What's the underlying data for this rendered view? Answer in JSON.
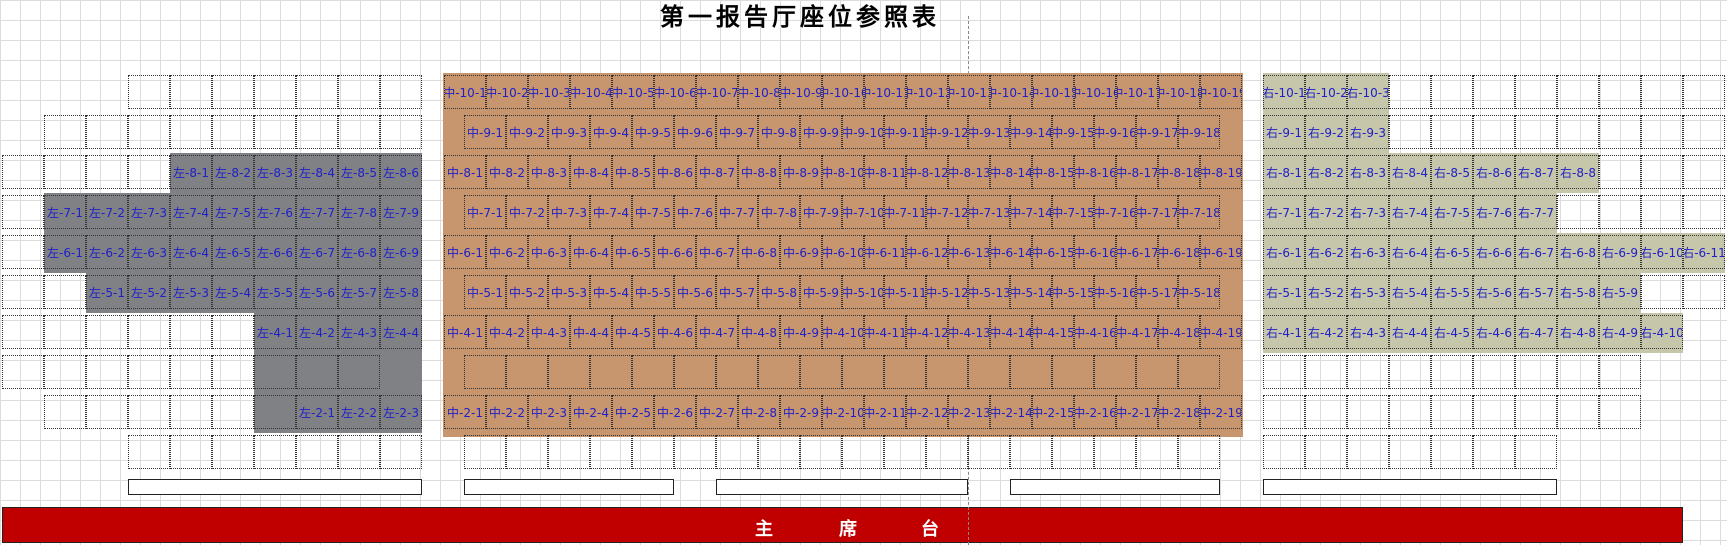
{
  "title": "第一报告厅座位参照表",
  "stage": {
    "chars": [
      "主",
      "席",
      "台"
    ]
  },
  "colors": {
    "left_section": "#7f8185",
    "middle_section": "#c8966e",
    "right_section": "#c6c6aa",
    "stage": "#c00000",
    "seat_text": "#2020c8"
  },
  "sections": {
    "left": {
      "prefix": "左",
      "rows": [
        8,
        7,
        6,
        5,
        4,
        2
      ]
    },
    "middle": {
      "prefix": "中",
      "rows": [
        10,
        9,
        8,
        7,
        6,
        5,
        4,
        2
      ]
    },
    "right": {
      "prefix": "右",
      "rows": [
        10,
        9,
        8,
        7,
        6,
        5,
        4
      ]
    }
  }
}
